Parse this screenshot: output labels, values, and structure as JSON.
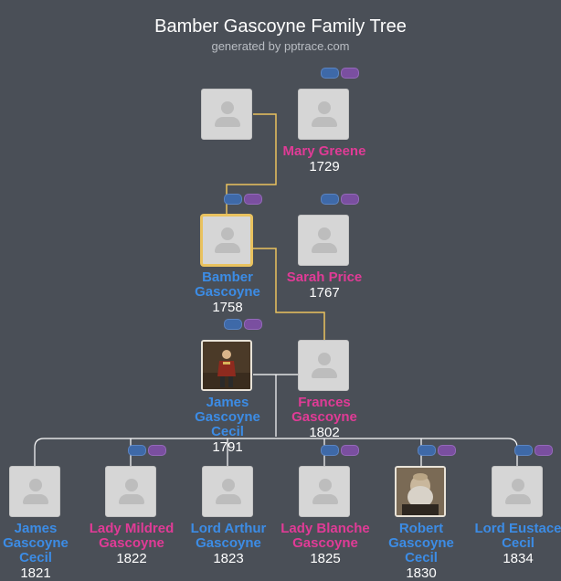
{
  "header": {
    "title": "Bamber Gascoyne Family Tree",
    "subtitle": "generated by pptrace.com"
  },
  "people": {
    "p1": {
      "name": "",
      "year": "",
      "sex": "unknown"
    },
    "p2": {
      "name": "Mary Greene",
      "year": "1729",
      "sex": "female"
    },
    "p3": {
      "name": "Bamber Gascoyne",
      "year": "1758",
      "sex": "male",
      "selected": true
    },
    "p4": {
      "name": "Sarah Price",
      "year": "1767",
      "sex": "female"
    },
    "p5": {
      "name": "James Gascoyne Cecil",
      "year": "1791",
      "sex": "male",
      "photo": "portrait"
    },
    "p6": {
      "name": "Frances Gascoyne",
      "year": "1802",
      "sex": "female"
    },
    "c1": {
      "name": "James Gascoyne Cecil",
      "year": "1821",
      "sex": "male"
    },
    "c2": {
      "name": "Lady Mildred Gascoyne",
      "year": "1822",
      "sex": "female"
    },
    "c3": {
      "name": "Lord Arthur Gascoyne",
      "year": "1823",
      "sex": "male"
    },
    "c4": {
      "name": "Lady Blanche Gascoyne",
      "year": "1825",
      "sex": "female"
    },
    "c5": {
      "name": "Robert Gascoyne Cecil",
      "year": "1830",
      "sex": "male",
      "photo": "portrait"
    },
    "c6": {
      "name": "Lord Eustace Cecil",
      "year": "1834",
      "sex": "male"
    }
  },
  "colors": {
    "background": "#4a4f57",
    "male": "#3c8ce5",
    "female": "#e03b96",
    "marriage_line": "#e9c25f",
    "child_line": "#ffffff",
    "pill_blue": "#3e69a8",
    "pill_purple": "#7a4fa0"
  },
  "icons": {
    "placeholder": "person-silhouette-icon",
    "pill_left": "father-link-icon",
    "pill_right": "mother-link-icon"
  }
}
